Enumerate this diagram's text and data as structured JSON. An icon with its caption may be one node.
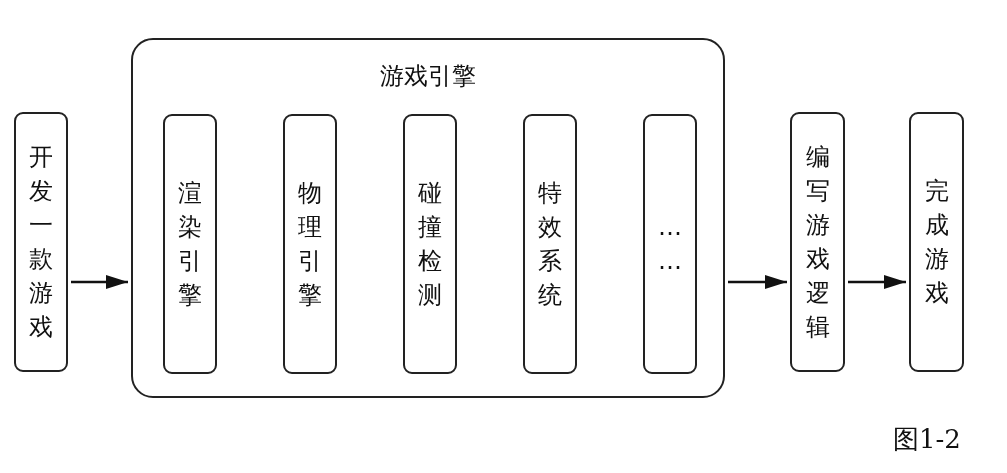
{
  "diagram": {
    "caption": "图1-2",
    "nodes": [
      {
        "text": [
          "开发一款游戏"
        ]
      },
      {
        "text": [
          "游戏引擎"
        ]
      },
      {
        "text": [
          "渲染引擎"
        ],
        "in": 1
      },
      {
        "text": [
          "物理引擎"
        ],
        "in": 1
      },
      {
        "text": [
          "碰撞检测"
        ],
        "in": 1
      },
      {
        "text": [
          "特效系统"
        ],
        "in": 1
      },
      {
        "text": [
          "……"
        ],
        "in": 1
      },
      {
        "text": [
          "编写游戏逻辑"
        ]
      },
      {
        "text": [
          "完成游戏"
        ]
      }
    ],
    "edges": [
      {
        "from": 0,
        "to": 1,
        "arrow": "to"
      },
      {
        "from": 1,
        "to": 7,
        "arrow": "to"
      },
      {
        "from": 7,
        "to": 8,
        "arrow": "to"
      }
    ]
  }
}
